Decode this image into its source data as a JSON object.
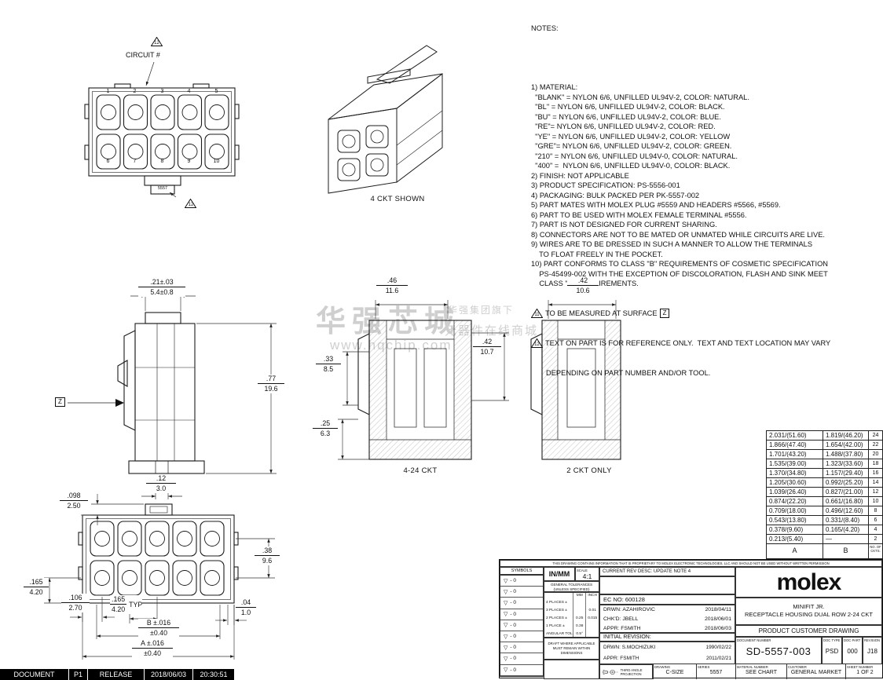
{
  "notes": {
    "heading": "NOTES:",
    "lines": [
      "1) MATERIAL:",
      "  \"BLANK\" = NYLON 6/6, UNFILLED UL94V-2, COLOR: NATURAL.",
      "  \"BL\" = NYLON 6/6, UNFILLED UL94V-2, COLOR: BLACK.",
      "  \"BU\" = NYLON 6/6, UNFILLED UL94V-2, COLOR: BLUE.",
      "  \"RE\"= NYLON 6/6, UNFILLED UL94V-2, COLOR: RED.",
      "  \"YE\" = NYLON 6/6, UNFILLED UL94V-2, COLOR: YELLOW",
      "  \"GRE\"= NYLON 6/6, UNFILLED UL94V-2, COLOR: GREEN.",
      "  \"210\" = NYLON 6/6, UNFILLED UL94V-0, COLOR: NATURAL.",
      "  \"400\" =  NYLON 6/6, UNFILLED UL94V-0, COLOR: BLACK.",
      "2) FINISH: NOT APPLICABLE",
      "3) PRODUCT SPECIFICATION: PS-5556-001",
      "4) PACKAGING: BULK PACKED PER PK-5557-002",
      "5) PART MATES WITH MOLEX PLUG #5559 AND HEADERS #5566, #5569.",
      "6) PART TO BE USED WITH MOLEX FEMALE TERMINAL #5556.",
      "7) PART IS NOT DESIGNED FOR CURRENT SHARING.",
      "8) CONNECTORS ARE NOT TO BE MATED OR UNMATED WHILE CIRCUITS ARE LIVE.",
      "9) WIRES ARE TO BE DRESSED IN SUCH A MANNER TO ALLOW THE TERMINALS",
      "    TO FLOAT FREELY IN THE POCKET.",
      "10) PART CONFORMS TO CLASS \"B\" REQUIREMENTS OF COSMETIC SPECIFICATION",
      "    PS-45499-002 WITH THE EXCEPTION OF DISCOLORATION, FLASH AND SINK MEET",
      "    CLASS \"C\" REQUIREMENTS."
    ],
    "note11": {
      "num": "11",
      "text": "TO BE MEASURED AT SURFACE",
      "datum": "Z"
    },
    "note12": {
      "num": "12",
      "line1": "TEXT ON PART IS FOR REFERENCE ONLY.  TEXT AND TEXT LOCATION MAY VARY",
      "line2": "DEPENDING ON PART NUMBER AND/OR TOOL."
    }
  },
  "views": {
    "front_top": {
      "circuit_label": "CIRCUIT #",
      "callout_num": "12",
      "pins_top": [
        "1",
        "2",
        "3",
        "4",
        "5"
      ],
      "pins_bottom": [
        "6",
        "7",
        "8",
        "9",
        "10"
      ],
      "part_text": "5557"
    },
    "iso": {
      "caption": "4 CKT SHOWN"
    },
    "side": {
      "dim_top": {
        "in": ".21±.03",
        "mm": "5.4±0.8"
      },
      "dim_height": {
        "in": ".77",
        "mm": "19.6"
      },
      "dim_bottom": {
        "in": ".12",
        "mm": "3.0"
      },
      "datum": "Z"
    },
    "section": {
      "caption": "4-24 CKT",
      "dim_width": {
        "in": ".46",
        "mm": "11.6"
      },
      "dim_right": {
        "in": ".42",
        "mm": "10.7"
      },
      "dim_left1": {
        "in": ".33",
        "mm": "8.5"
      },
      "dim_left2": {
        "in": ".25",
        "mm": "6.3"
      }
    },
    "two_ckt": {
      "caption": "2 CKT ONLY",
      "dim_width": {
        "in": ".42",
        "mm": "10.6"
      }
    },
    "front_bottom": {
      "dim_tab": {
        "in": ".098",
        "mm": "2.50"
      },
      "dim_rows": {
        "in": ".38",
        "mm": "9.6"
      },
      "dim_row_edge": {
        "in": ".165",
        "mm": "4.20"
      },
      "dim_edge": {
        "in": ".106",
        "mm": "2.70"
      },
      "dim_pitch": {
        "in": ".165",
        "mm": "4.20",
        "suffix": "TYP"
      },
      "dim_small": {
        "in": ".04",
        "mm": "1.0"
      },
      "dim_b": {
        "in": "B ±.016",
        "mm": "±0.40"
      },
      "dim_a": {
        "in": "A ±.016",
        "mm": "±0.40"
      }
    }
  },
  "size_table": {
    "rows": [
      {
        "a": "2.031/(51.60)",
        "b": "1.819/(46.20)",
        "n": "24"
      },
      {
        "a": "1.866/(47.40)",
        "b": "1.654/(42.00)",
        "n": "22"
      },
      {
        "a": "1.701/(43.20)",
        "b": "1.488/(37.80)",
        "n": "20"
      },
      {
        "a": "1.535/(39.00)",
        "b": "1.323/(33.60)",
        "n": "18"
      },
      {
        "a": "1.370/(34.80)",
        "b": "1.157/(29.40)",
        "n": "16"
      },
      {
        "a": "1.205/(30.60)",
        "b": "0.992/(25.20)",
        "n": "14"
      },
      {
        "a": "1.039/(26.40)",
        "b": "0.827/(21.00)",
        "n": "12"
      },
      {
        "a": "0.874/(22.20)",
        "b": "0.661/(16.80)",
        "n": "10"
      },
      {
        "a": "0.709/(18.00)",
        "b": "0.496/(12.60)",
        "n": "8"
      },
      {
        "a": "0.543/(13.80)",
        "b": "0.331/(8.40)",
        "n": "6"
      },
      {
        "a": "0.378/(9.60)",
        "b": "0.165/(4.20)",
        "n": "4"
      },
      {
        "a": "0.213/(5.40)",
        "b": "—",
        "n": "2"
      }
    ],
    "header": {
      "a": "A",
      "b": "B",
      "n": "NO. OF CKTS."
    }
  },
  "title_block": {
    "proprietary": "THIS DRAWING CONTAINS INFORMATION THAT IS PROPRIETARY TO MOLEX ELECTRONIC TECHNOLOGIES, LLC AND SHOULD NOT BE USED WITHOUT WRITTEN PERMISSION",
    "symbols_header": "SYMBOLS",
    "symbols_icon": "▽",
    "symbols": [
      "- 0",
      "- 0",
      "- 0",
      "- 0",
      "- 0",
      "- 0",
      "- 0",
      "- 0",
      "- 0",
      "- 0"
    ],
    "units": "IN/MM",
    "scale_label": "SCALE",
    "scale": "4:1",
    "tol_title1": "GENERAL TOLERANCES",
    "tol_title2": "(UNLESS SPECIFIED)",
    "tol_cols": {
      "mm": "MM",
      "inch": "INCH"
    },
    "tolerances": [
      {
        "label": "4 PLACES ±",
        "mm": "",
        "inch": ""
      },
      {
        "label": "3 PLACES ±",
        "mm": "",
        "inch": "0.01"
      },
      {
        "label": "2 PLACES ±",
        "mm": "0.25",
        "inch": "0.015"
      },
      {
        "label": "1 PLACE ±",
        "mm": "0.38",
        "inch": ""
      },
      {
        "label": "ANGULAR TOL ±",
        "mm": "0.5°",
        "inch": ""
      }
    ],
    "draft_note": "DRAFT WHERE APPLICABLE MUST REMAIN WITHIN DIMENSIONS",
    "current_rev": "CURRENT REV DESC: UPDATE NOTE 4",
    "ec_no": "EC NO: 600128",
    "rev_block": [
      {
        "label": "DRWN: AZAHIROVIC",
        "date": "2018/04/11"
      },
      {
        "label": "CHK'D: JBELL",
        "date": "2018/06/01"
      },
      {
        "label": "APPR: FSMITH",
        "date": "2018/06/03"
      }
    ],
    "initial_rev_label": "INITIAL REVISION:",
    "initial_rev": [
      {
        "label": "DRWN: S.MOCHIZUKI",
        "date": "1990/02/22"
      },
      {
        "label": "APPR: FSMITH",
        "date": "2011/02/21"
      }
    ],
    "projection_label": "THIRD ANGLE PROJECTION",
    "bottom_cells": [
      {
        "label": "DRAWING",
        "value": "C-SIZE"
      },
      {
        "label": "SERIES",
        "value": "5557"
      },
      {
        "label": "MATERIAL NUMBER",
        "value": "SEE CHART"
      },
      {
        "label": "CUSTOMER",
        "value": "GENERAL MARKET"
      },
      {
        "label": "SHEET NUMBER",
        "value": "1 OF 2"
      }
    ],
    "logo": "molex",
    "product_line1": "MINIFIT JR.",
    "product_line2": "RECEPTACLE HOUSING DUAL ROW 2-24 CKT",
    "doc_class": "PRODUCT CUSTOMER DRAWING",
    "doc_number_label": "DOCUMENT NUMBER",
    "doc_number": "SD-5557-003",
    "doc_type_label": "DOC TYPE",
    "doc_type": "PSD",
    "doc_part_label": "DOC PART",
    "doc_part": "000",
    "revision_label": "REVISION",
    "revision": "J18"
  },
  "status_bar": {
    "label_status": "DOCUMENT STATUS",
    "status": "P1",
    "label_release": "RELEASE DATE",
    "date": "2018/06/03",
    "time": "20:30:51"
  },
  "watermark": {
    "brand": "华强芯城",
    "tagline1": "华强集团旗下",
    "tagline2": "元器件在线商城",
    "url": "www.hqchip.com"
  }
}
